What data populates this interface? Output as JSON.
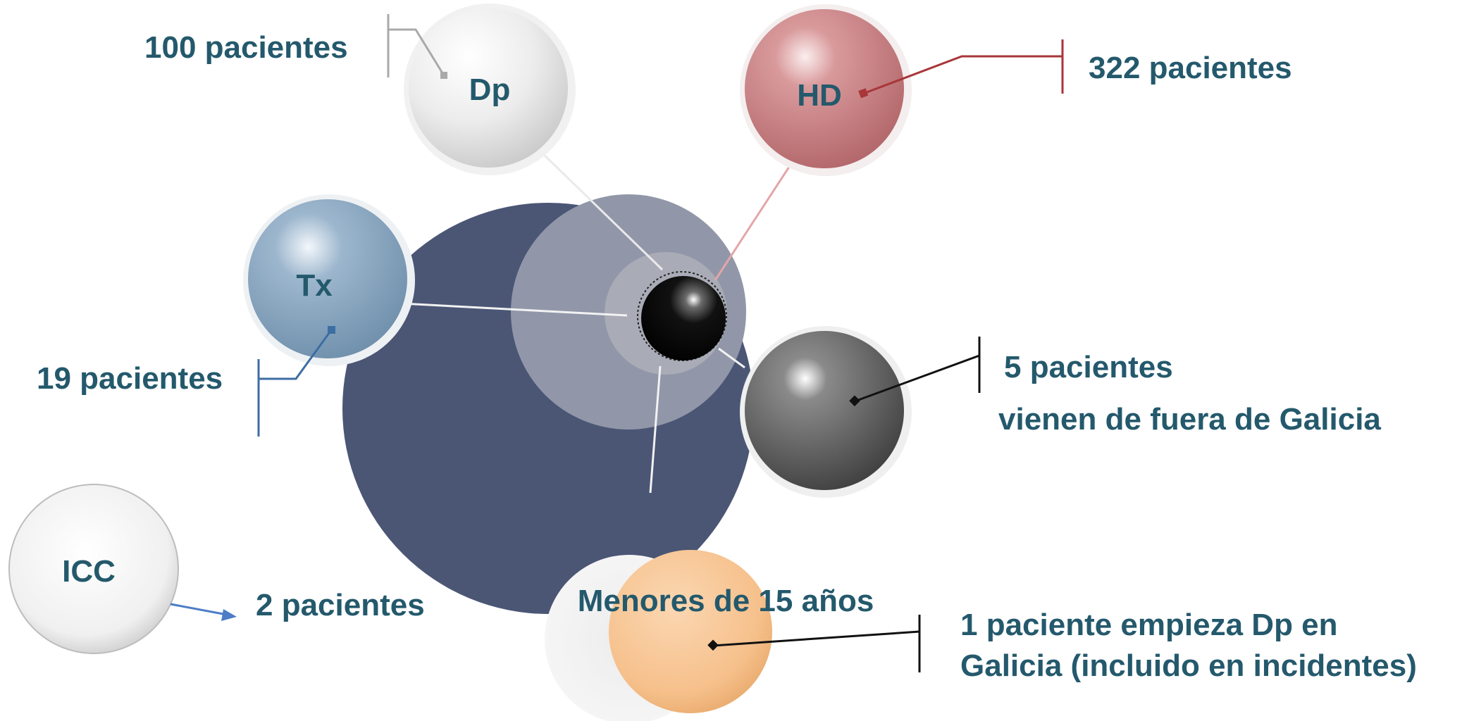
{
  "bubbles": {
    "dp": {
      "label": "Dp"
    },
    "hd": {
      "label": "HD"
    },
    "tx": {
      "label": "Tx"
    },
    "icc": {
      "label": "ICC"
    },
    "menores": {
      "label": "Menores de 15 años"
    }
  },
  "callouts": {
    "dp": "100 pacientes",
    "hd": "322 pacientes",
    "tx": "19 pacientes",
    "icc": "2 pacientes",
    "fuera_count": "5 pacientes",
    "fuera_text": "vienen de fuera de Galicia",
    "menores_line1": "1 paciente empieza Dp en",
    "menores_line2": "Galicia (incluido en incidentes)"
  },
  "colors": {
    "text": "#24596c",
    "outer_circle": "#4b5675",
    "hd_ball": "#c98486",
    "tx_ball": "#7e9db8",
    "dp_ball": "#e6e6e6",
    "gray_ball": "#6d6d6d",
    "menores_ball": "#f7c28d",
    "hd_line": "#a8363a",
    "tx_line": "#3c6ea3",
    "icc_arrow": "#4c7dc6"
  }
}
